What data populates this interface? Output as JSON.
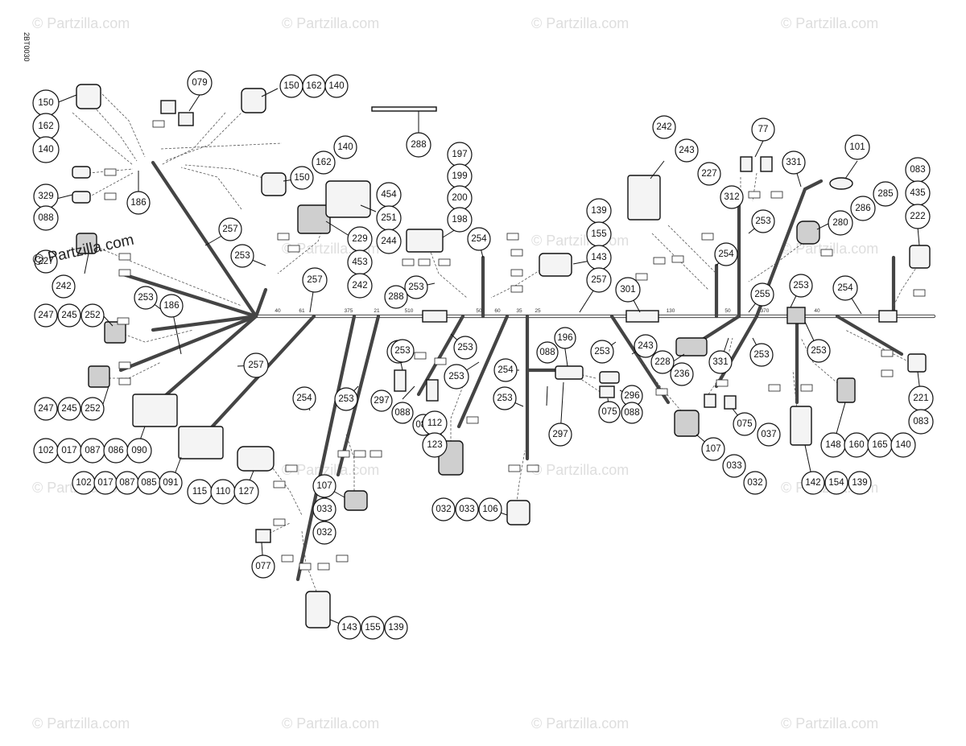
{
  "diagram_code": "2BT0030",
  "brand_overlay": "© Partzilla.com",
  "watermark_text": "© Partzilla.com",
  "segment_labels": [
    "40",
    "61",
    "375",
    "21",
    "510",
    "50",
    "60",
    "35",
    "25",
    "130",
    "50",
    "370",
    "40"
  ],
  "callouts": [
    [
      "150",
      "162",
      "140"
    ],
    [
      "079"
    ],
    [
      "150",
      "162",
      "140"
    ],
    [
      "288"
    ],
    [
      "242",
      "243",
      "227",
      "312"
    ],
    [
      "77"
    ],
    [
      "101"
    ],
    [
      "083",
      "435",
      "222"
    ],
    [
      "140",
      "162",
      "150"
    ],
    [
      "329",
      "088"
    ],
    [
      "186"
    ],
    [
      "197",
      "199",
      "200",
      "198"
    ],
    [
      "454",
      "251",
      "244"
    ],
    [
      "229",
      "453",
      "242"
    ],
    [
      "139",
      "155",
      "143"
    ],
    [
      "331"
    ],
    [
      "280",
      "286",
      "285"
    ],
    [
      "257"
    ],
    [
      "253"
    ],
    [
      "254"
    ],
    [
      "227",
      "242"
    ],
    [
      "257"
    ],
    [
      "253",
      "288"
    ],
    [
      "257"
    ],
    [
      "301"
    ],
    [
      "254"
    ],
    [
      "253"
    ],
    [
      "255"
    ],
    [
      "253"
    ],
    [
      "254"
    ],
    [
      "247",
      "245",
      "252"
    ],
    [
      "253",
      "186"
    ],
    [
      "296"
    ],
    [
      "253"
    ],
    [
      "196",
      "088"
    ],
    [
      "243"
    ],
    [
      "253"
    ],
    [
      "228",
      "236"
    ],
    [
      "331"
    ],
    [
      "253"
    ],
    [
      "253"
    ],
    [
      "257"
    ],
    [
      "253"
    ],
    [
      "254"
    ],
    [
      "247",
      "245",
      "252"
    ],
    [
      "254"
    ],
    [
      "253"
    ],
    [
      "297",
      "088",
      "083"
    ],
    [
      "253"
    ],
    [
      "253"
    ],
    [
      "296",
      "088"
    ],
    [
      "075"
    ],
    [
      "075",
      "037"
    ],
    [
      "297"
    ],
    [
      "221",
      "083"
    ],
    [
      "112",
      "123"
    ],
    [
      "107",
      "033",
      "032"
    ],
    [
      "148",
      "160",
      "165",
      "140"
    ],
    [
      "102",
      "017",
      "087",
      "086",
      "090"
    ],
    [
      "102",
      "017",
      "087",
      "085",
      "091"
    ],
    [
      "115",
      "110",
      "127"
    ],
    [
      "107",
      "033",
      "032"
    ],
    [
      "142",
      "154",
      "139"
    ],
    [
      "032",
      "033",
      "106"
    ],
    [
      "077"
    ],
    [
      "143",
      "155",
      "139"
    ]
  ]
}
